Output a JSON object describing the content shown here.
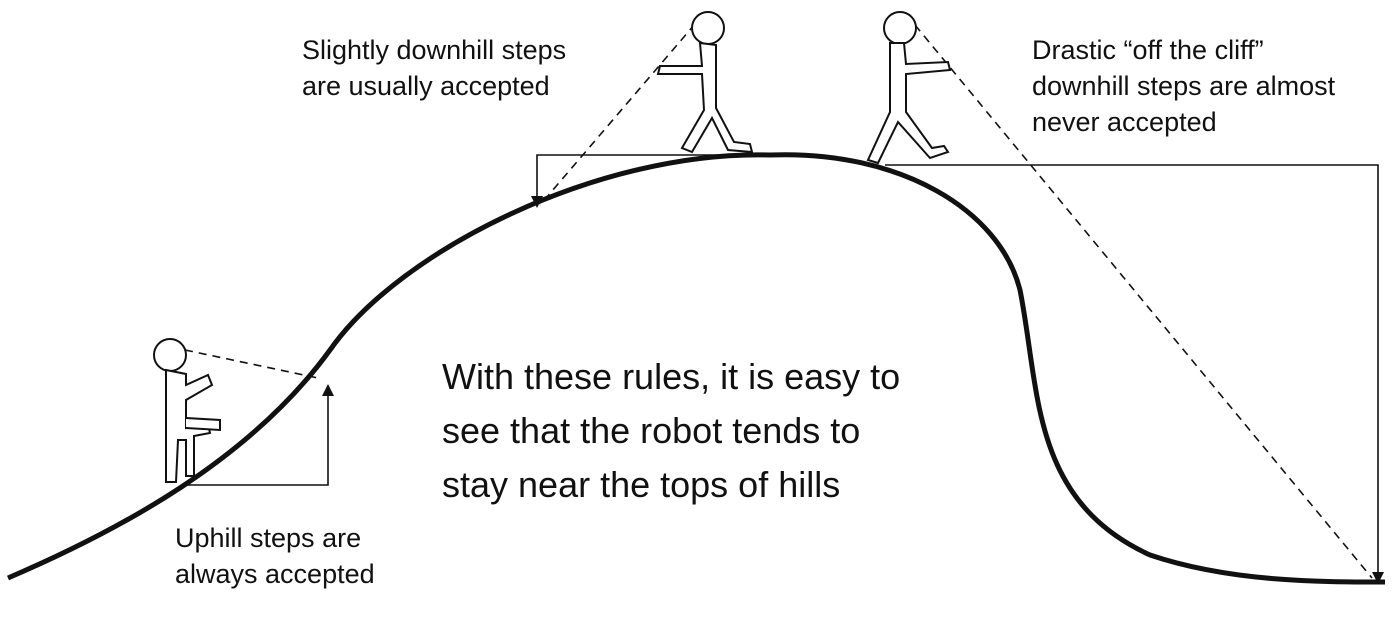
{
  "annotations": {
    "slight_downhill": {
      "lines": [
        "Slightly downhill steps",
        "are usually accepted"
      ]
    },
    "drastic_downhill": {
      "lines": [
        "Drastic “off the cliff”",
        "downhill steps are almost",
        "never accepted"
      ]
    },
    "uphill": {
      "lines": [
        "Uphill steps are",
        "always accepted"
      ]
    }
  },
  "conclusion": {
    "lines": [
      "With these rules, it is easy to",
      "see that the robot tends to",
      "stay near the tops of hills"
    ]
  },
  "colors": {
    "ink": "#111111",
    "background": "#ffffff"
  }
}
